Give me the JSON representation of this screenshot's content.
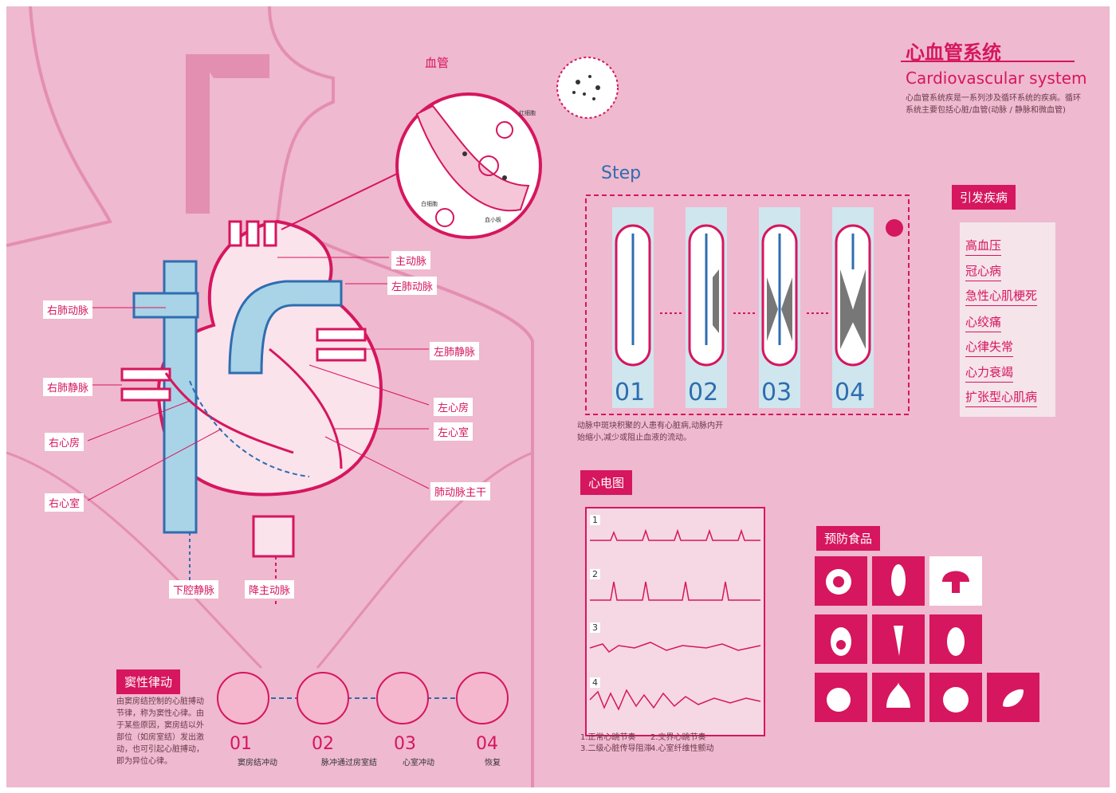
{
  "title": {
    "cn": "心血管系统",
    "en": "Cardiovascular system",
    "desc": "心血管系统疾是一系列涉及循环系统的疾病。循环系统主要包括心脏/血管(动脉 / 静脉和微血管)"
  },
  "vessel": {
    "label": "血管",
    "red_cell": "红细胞",
    "white_cell": "白细胞",
    "platelet": "血小板"
  },
  "heart_labels": {
    "aorta": "主动脉",
    "left_pulmonary_artery": "左肺动脉",
    "right_pulmonary_artery": "右肺动脉",
    "left_pulmonary_vein": "左肺静脉",
    "right_pulmonary_vein": "右肺静脉",
    "left_atrium": "左心房",
    "left_ventricle": "左心室",
    "right_atrium": "右心房",
    "right_ventricle": "右心室",
    "pulmonary_trunk": "肺动脉主干",
    "inferior_vena_cava": "下腔静脉",
    "descending_aorta": "降主动脉"
  },
  "step": {
    "title": "Step",
    "numbers": [
      "01",
      "02",
      "03",
      "04"
    ],
    "note": "动脉中斑块积聚的人患有心脏病,动脉内开始缩小,减少或阻止血液的流动。"
  },
  "diseases": {
    "header": "引发疾病",
    "items": [
      "高血压",
      "冠心病",
      "急性心肌梗死",
      "心绞痛",
      "心律失常",
      "心力衰竭",
      "扩张型心肌病"
    ]
  },
  "ecg": {
    "header": "心电图",
    "numbers": [
      "1",
      "2",
      "3",
      "4"
    ],
    "captions": [
      "1.正常心跳节奏",
      "2.交界心跳节奏",
      "3.二级心脏传导阻滞",
      "4.心室纤维性颤动"
    ]
  },
  "food": {
    "header": "预防食品",
    "icons": [
      "tomato-icon",
      "corn-icon",
      "mushroom-icon",
      "avocado-icon",
      "carrot-icon",
      "eggplant-icon",
      "onion-icon",
      "garlic-icon",
      "pomegranate-icon",
      "leaf-icon"
    ]
  },
  "sinus": {
    "header": "窦性律动",
    "desc": "由窦房结控制的心脏搏动节律，称为窦性心律。由于某些原因，窦房结以外部位（如房室结）发出激动，也可引起心脏搏动，即为异位心律。",
    "numbers": [
      "01",
      "02",
      "03",
      "04"
    ],
    "captions": [
      "窦房结冲动",
      "脉冲通过房室结",
      "心室冲动",
      "恢复"
    ]
  },
  "colors": {
    "accent": "#d6165e",
    "background": "#efb9cf",
    "blue": "#2e6db0",
    "light_blue": "#a9d3e6"
  }
}
